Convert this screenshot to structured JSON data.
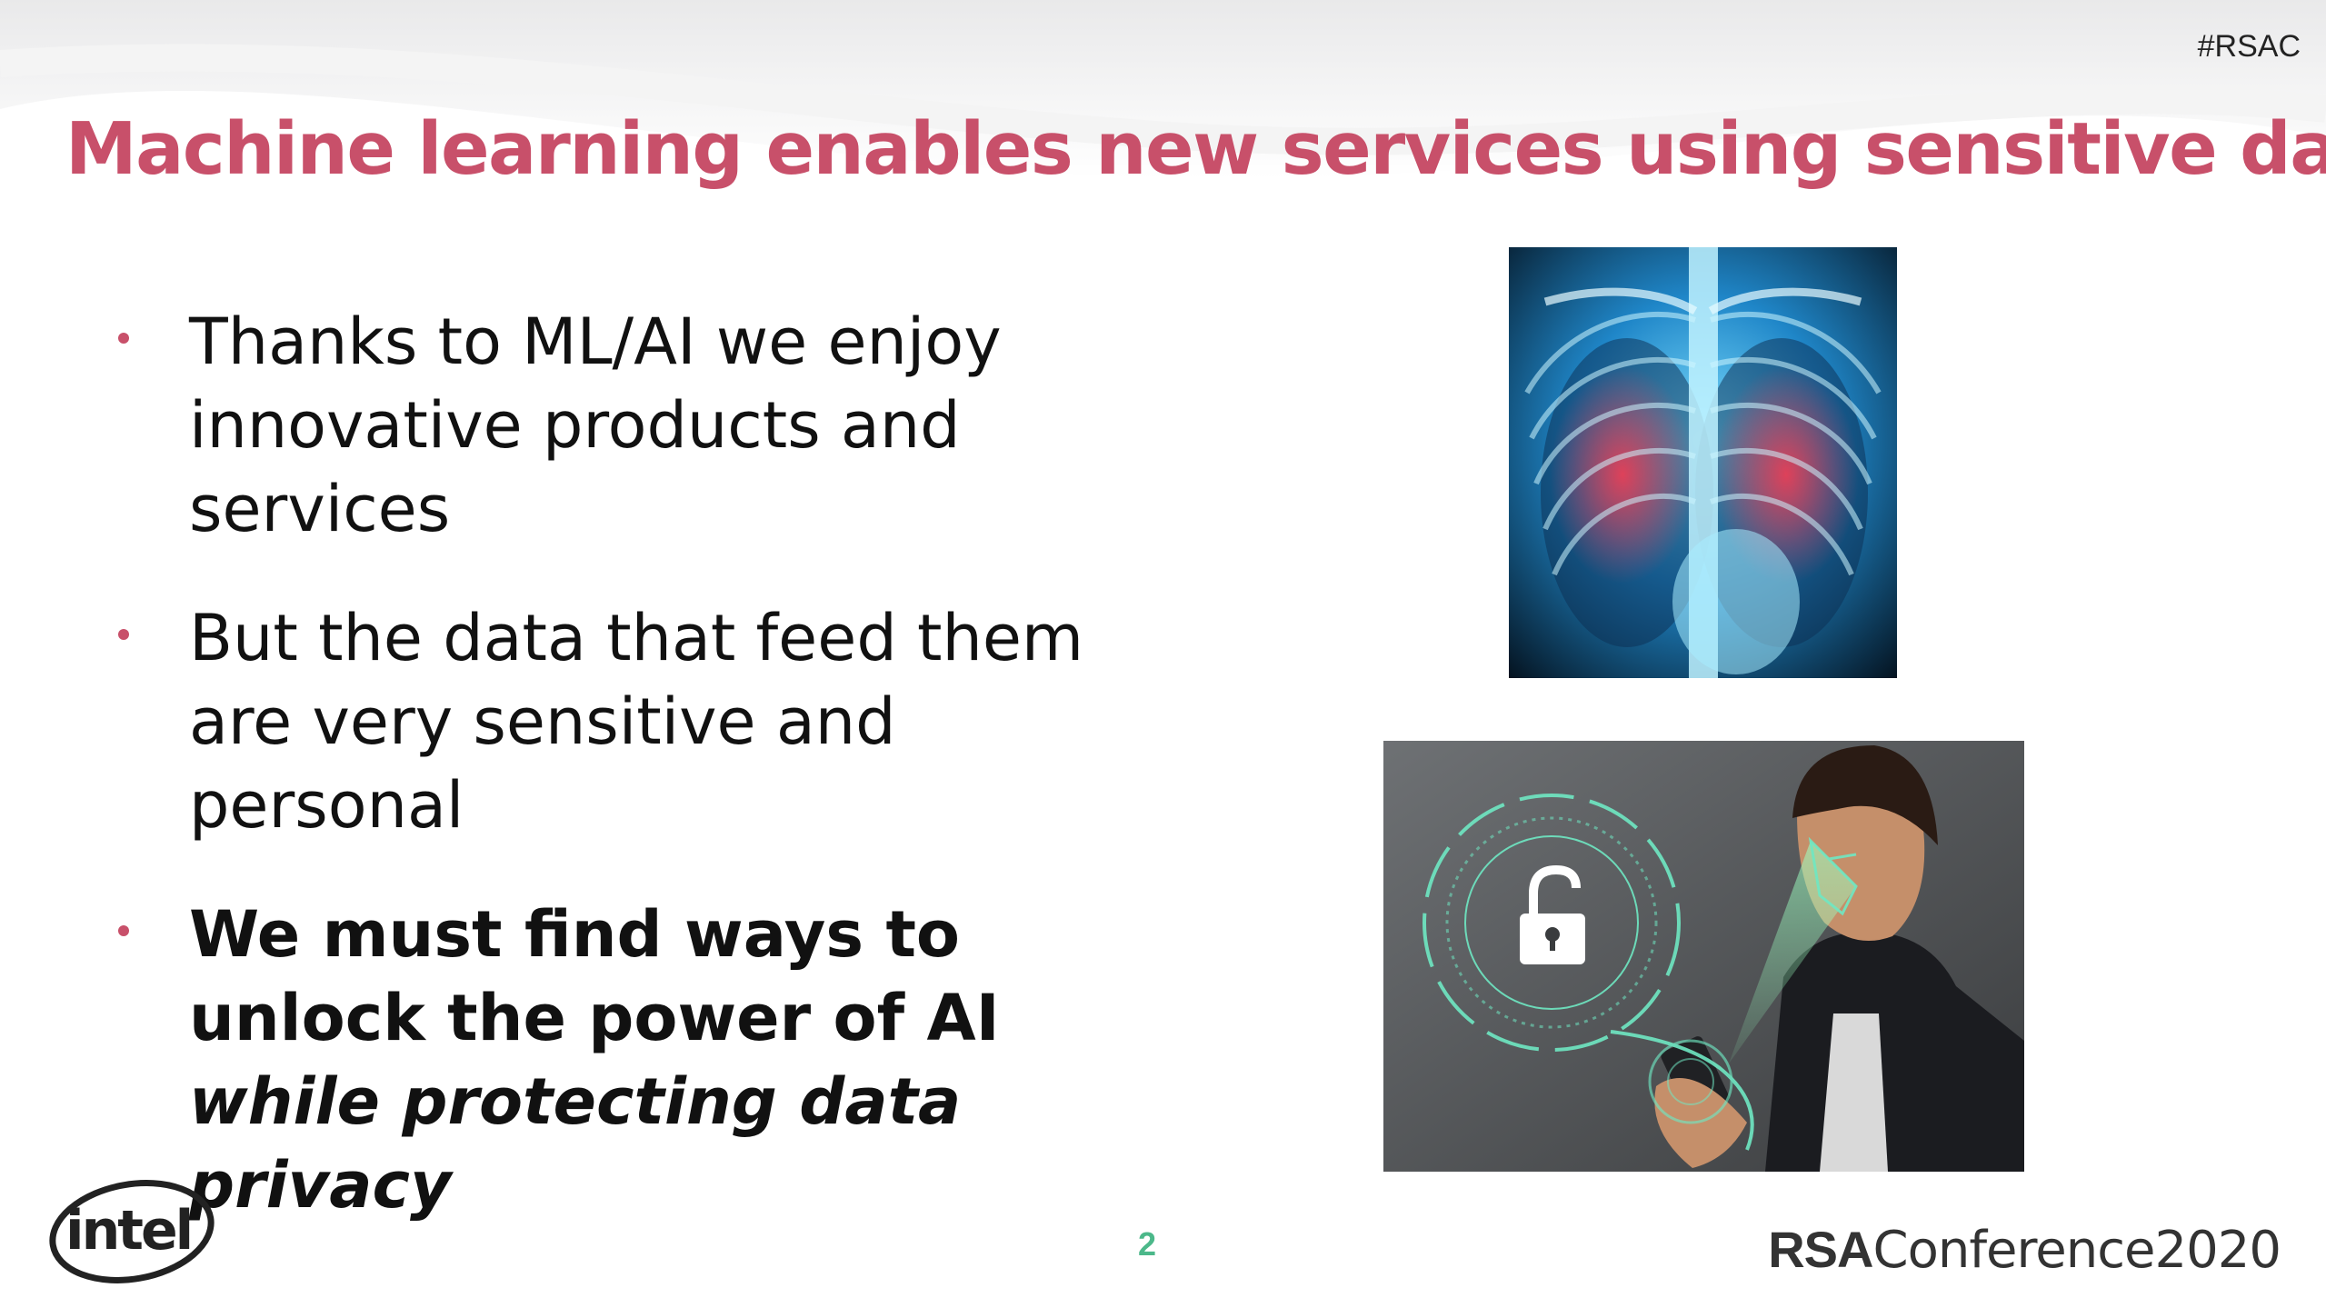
{
  "header": {
    "hashtag": "#RSAC",
    "title": "Machine learning enables new services using sensitive data"
  },
  "bullets": [
    {
      "text": "Thanks to ML/AI we enjoy innovative products and services"
    },
    {
      "text": "But the data that feed them are very sensitive and personal"
    },
    {
      "text_bold": "We must find ways to unlock the power of AI",
      "text_bold_italic": "while protecting data privacy"
    }
  ],
  "images": {
    "xray": {
      "icon": "chest-xray-photo"
    },
    "face": {
      "icon": "face-recognition-unlock-photo"
    }
  },
  "footer": {
    "intel_logo": "intel",
    "page_number": "2",
    "rsa_logo_strong": "RSA",
    "rsa_logo_light": "Conference2020"
  },
  "colors": {
    "title": "#c8506a",
    "bullet_dot": "#c8506a",
    "page_number": "#4cb88a"
  }
}
